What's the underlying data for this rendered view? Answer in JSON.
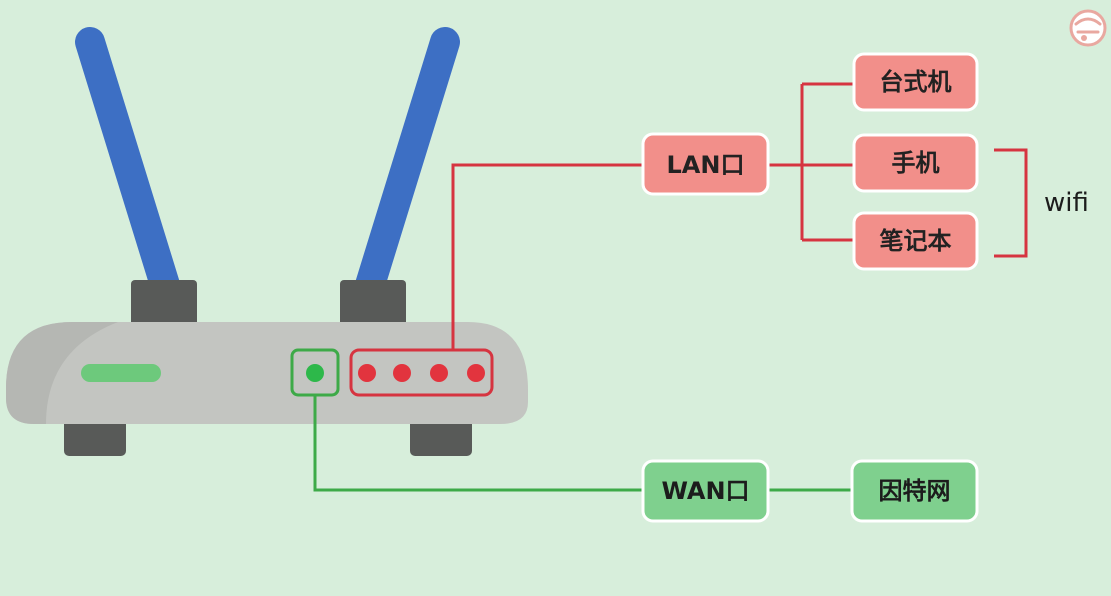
{
  "lan": {
    "port_label": "LAN口",
    "devices": [
      "台式机",
      "手机",
      "笔记本"
    ],
    "wifi_label": "wifi"
  },
  "wan": {
    "port_label": "WAN口",
    "target": "因特网"
  },
  "colors": {
    "background": "#d7eedb",
    "lan_line": "#d63440",
    "lan_box": "#f28f8a",
    "wan_line": "#3daa48",
    "wan_box": "#7fd08e",
    "antenna": "#3d6fc4",
    "router_body": "#c3c5c1",
    "router_dark": "#585a58",
    "status_bar": "#6dc97c",
    "wan_led": "#2db84a",
    "lan_led": "#e2343e"
  },
  "icons": {
    "corner_logo": "pan-logo-icon"
  }
}
